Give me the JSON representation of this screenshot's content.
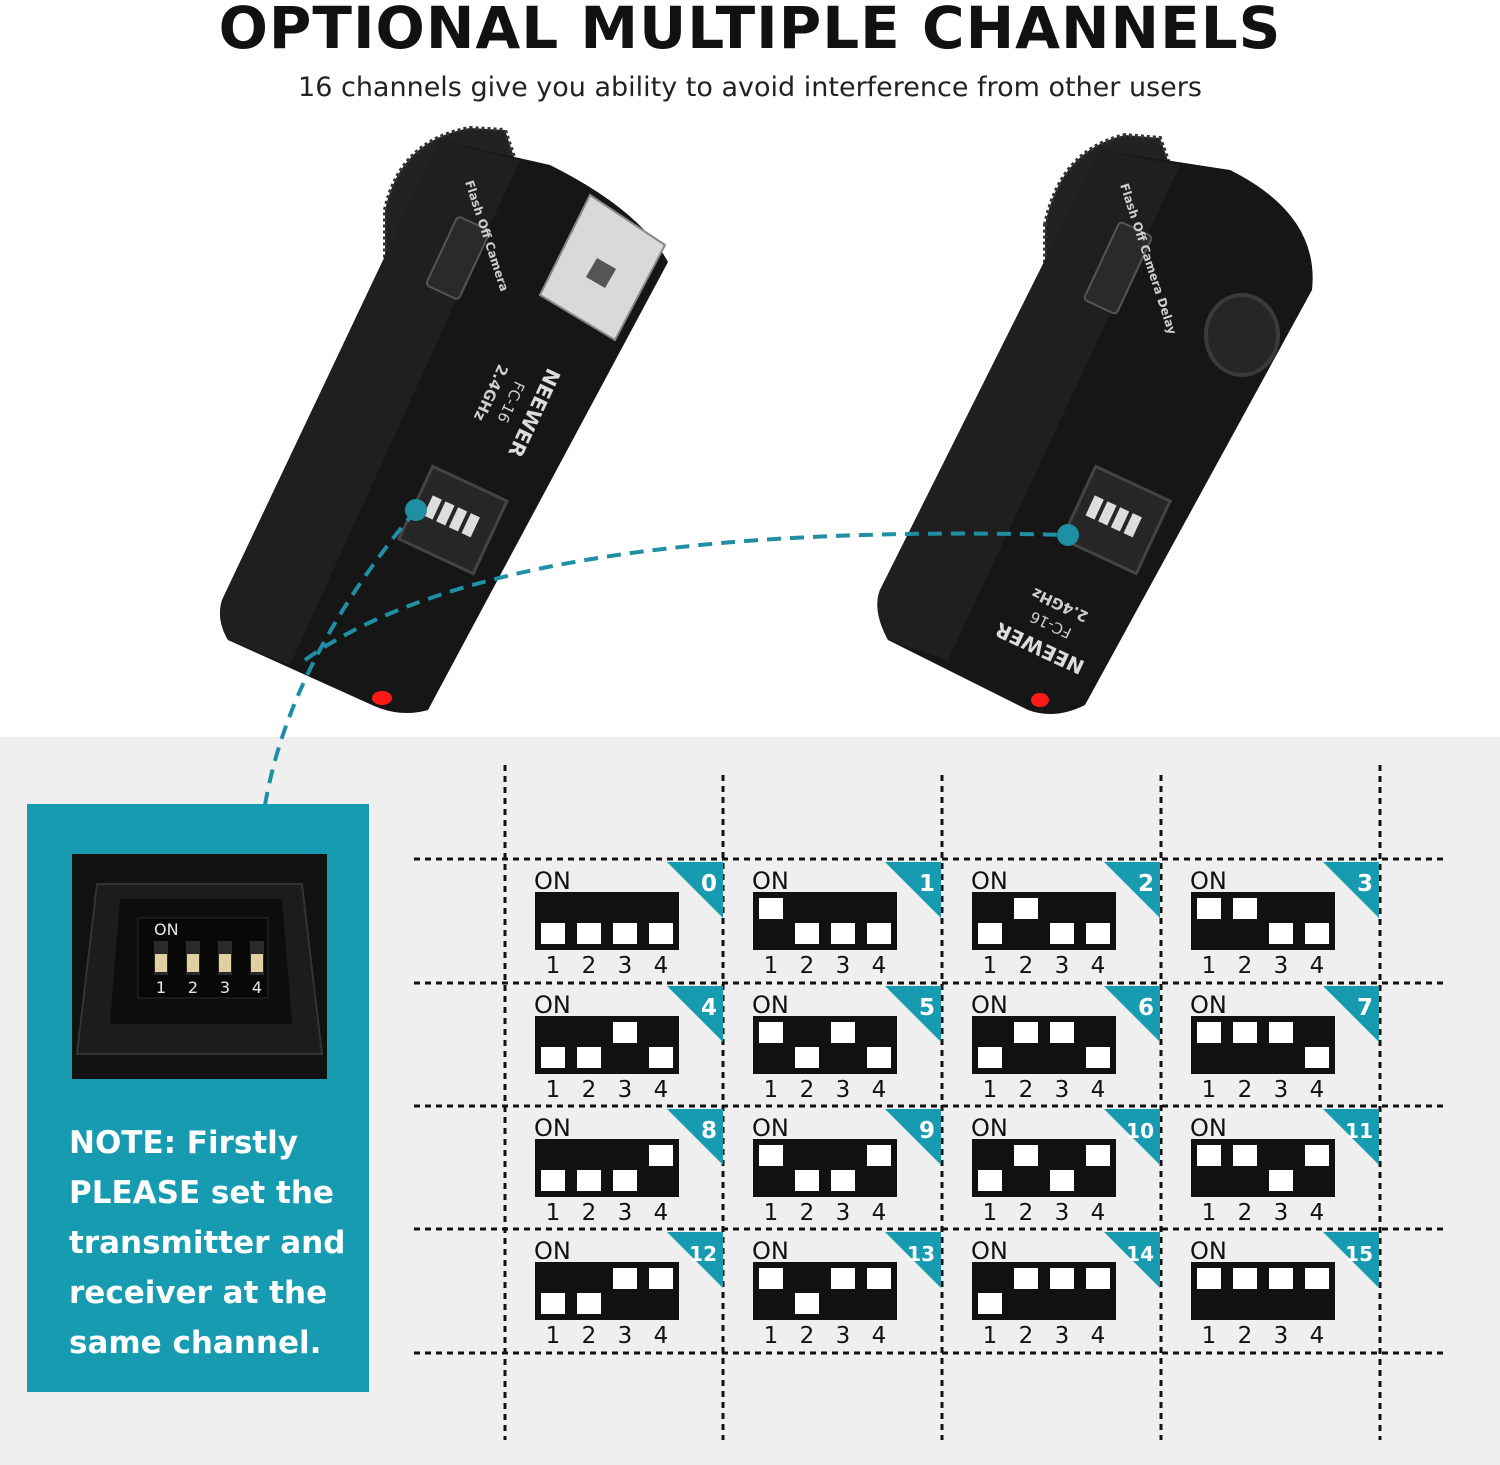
{
  "header": {
    "title": "OPTIONAL MULTIPLE CHANNELS",
    "subtitle": "16 channels give you ability to avoid interference from other users"
  },
  "devices": {
    "transmitter": {
      "brand": "NEEWER",
      "model": "FC-16",
      "frequency": "2.4GHz",
      "switch_label": "Flash Off Camera"
    },
    "receiver": {
      "brand": "NEEWER",
      "model": "FC-16",
      "frequency": "2.4GHz",
      "switch_label": "Flash Off Camera Delay"
    }
  },
  "note": {
    "text": "NOTE: Firstly PLEASE set the transmitter and receiver at the same channel.",
    "photo_on_label": "ON",
    "photo_numbers": [
      "1",
      "2",
      "3",
      "4"
    ]
  },
  "channel_grid": {
    "on_label": "ON",
    "switch_numbers": [
      "1",
      "2",
      "3",
      "4"
    ],
    "channels": [
      {
        "channel": "0",
        "switches": [
          0,
          0,
          0,
          0
        ]
      },
      {
        "channel": "1",
        "switches": [
          1,
          0,
          0,
          0
        ]
      },
      {
        "channel": "2",
        "switches": [
          0,
          1,
          0,
          0
        ]
      },
      {
        "channel": "3",
        "switches": [
          1,
          1,
          0,
          0
        ]
      },
      {
        "channel": "4",
        "switches": [
          0,
          0,
          1,
          0
        ]
      },
      {
        "channel": "5",
        "switches": [
          1,
          0,
          1,
          0
        ]
      },
      {
        "channel": "6",
        "switches": [
          0,
          1,
          1,
          0
        ]
      },
      {
        "channel": "7",
        "switches": [
          1,
          1,
          1,
          0
        ]
      },
      {
        "channel": "8",
        "switches": [
          0,
          0,
          0,
          1
        ]
      },
      {
        "channel": "9",
        "switches": [
          1,
          0,
          0,
          1
        ]
      },
      {
        "channel": "10",
        "switches": [
          0,
          1,
          0,
          1
        ]
      },
      {
        "channel": "11",
        "switches": [
          1,
          1,
          0,
          1
        ]
      },
      {
        "channel": "12",
        "switches": [
          0,
          0,
          1,
          1
        ]
      },
      {
        "channel": "13",
        "switches": [
          1,
          0,
          1,
          1
        ]
      },
      {
        "channel": "14",
        "switches": [
          0,
          1,
          1,
          1
        ]
      },
      {
        "channel": "15",
        "switches": [
          1,
          1,
          1,
          1
        ]
      }
    ]
  },
  "colors": {
    "accent": "#169bb0",
    "device_body": "#141414",
    "led": "#ff1a1a",
    "gray_background": "#efefef"
  }
}
